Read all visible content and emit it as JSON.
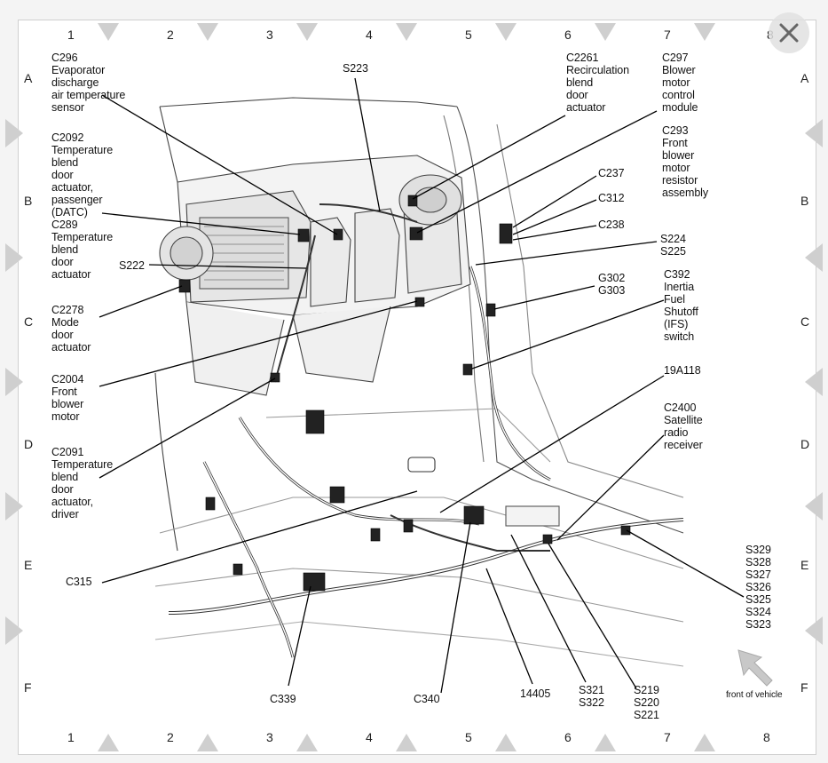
{
  "columns": [
    "1",
    "2",
    "3",
    "4",
    "5",
    "6",
    "7",
    "8"
  ],
  "rows": [
    "A",
    "B",
    "C",
    "D",
    "E",
    "F"
  ],
  "labels": {
    "c296": "C296\nEvaporator\ndischarge\nair temperature\nsensor",
    "c2092": "C2092\nTemperature\nblend\ndoor\nactuator,\npassenger\n(DATC)",
    "c289": "C289\nTemperature\nblend\ndoor\nactuator",
    "s222": "S222",
    "c2278": "C2278\nMode\ndoor\nactuator",
    "c2004": "C2004\nFront\nblower\nmotor",
    "c2091": "C2091\nTemperature\nblend\ndoor\nactuator,\ndriver",
    "c315": "C315",
    "s223": "S223",
    "c2261": "C2261\nRecirculation\nblend\ndoor\nactuator",
    "c297": "C297\nBlower\nmotor\ncontrol\nmodule",
    "c293": "C293\nFront\nblower\nmotor\nresistor\nassembly",
    "c237": "C237",
    "c312": "C312",
    "c238": "C238",
    "s224": "S224\nS225",
    "g302": "G302\nG303",
    "c392": "C392\nInertia\nFuel\nShutoff\n(IFS)\nswitch",
    "a19a118": "19A118",
    "c2400": "C2400\nSatellite\nradio\nreceiver",
    "s329": "S329\nS328\nS327\nS326\nS325\nS324\nS323",
    "c339": "C339",
    "c340": "C340",
    "w14405": "14405",
    "s321": "S321\nS322",
    "s219": "S219\nS220\nS221",
    "front": "front of vehicle"
  },
  "icons": {
    "close": "close-icon",
    "front_arrow": "front-arrow-icon"
  }
}
